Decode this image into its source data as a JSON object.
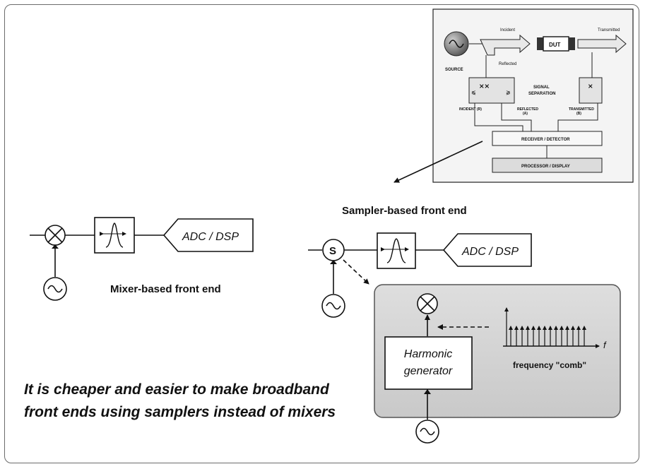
{
  "inset": {
    "source_label": "SOURCE",
    "incident_label": "Incident",
    "reflected_label": "Reflected",
    "transmitted_label": "Transmitted",
    "dut_label": "DUT",
    "signal_separation_line1": "SIGNAL",
    "signal_separation_line2": "SEPARATION",
    "incident_r_label": "INCIDENT (R)",
    "reflected_a_line1": "REFLECTED",
    "reflected_a_line2": "(A)",
    "transmitted_b_line1": "TRANSMITTED",
    "transmitted_b_line2": "(B)",
    "receiver_label": "RECEIVER / DETECTOR",
    "processor_label": "PROCESSOR / DISPLAY"
  },
  "mixer_front_end": {
    "adc_label": "ADC / DSP",
    "caption": "Mixer-based front end"
  },
  "sampler_front_end": {
    "title": "Sampler-based front end",
    "sampler_symbol": "S",
    "adc_label": "ADC / DSP"
  },
  "harmonic_panel": {
    "generator_line1": "Harmonic",
    "generator_line2": "generator",
    "comb_label": "frequency \"comb\"",
    "f_label": "f"
  },
  "conclusion": {
    "line1": "It is cheaper and easier to make broadband",
    "line2": "front ends using samplers instead of mixers"
  }
}
